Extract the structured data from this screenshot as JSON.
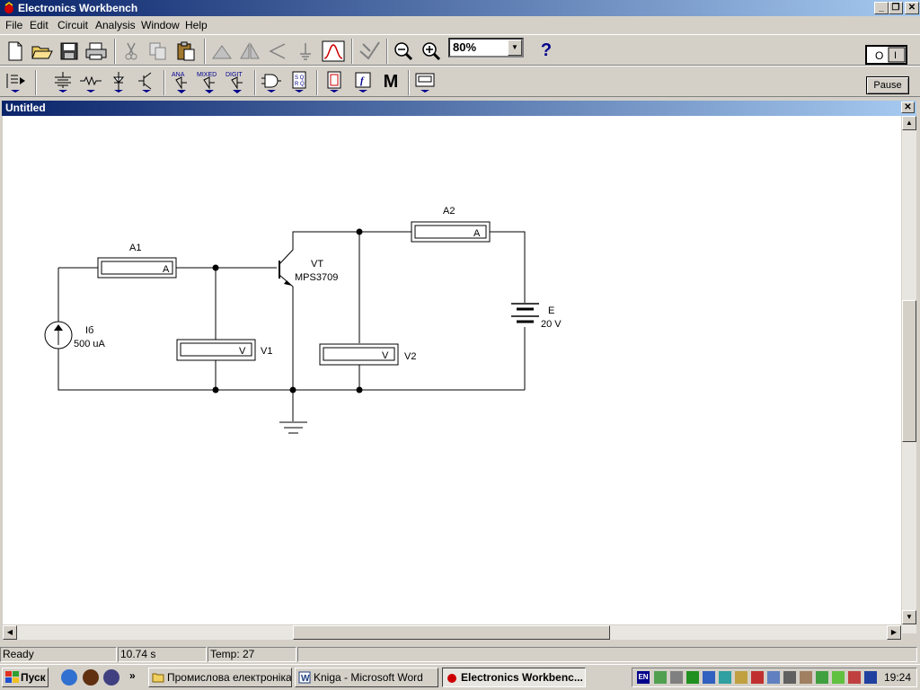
{
  "app": {
    "title": "Electronics Workbench"
  },
  "menu": [
    "File",
    "Edit",
    "Circuit",
    "Analysis",
    "Window",
    "Help"
  ],
  "toolbar": {
    "zoom": "80%",
    "help_label": "?",
    "pause_label": "Pause",
    "power_label": "O|I",
    "bin_labels": [
      "ANA",
      "MIXED",
      "DIGIT"
    ],
    "misc_label": "M",
    "func_label": "f"
  },
  "document": {
    "title": "Untitled"
  },
  "circuit": {
    "a1": {
      "name": "A1",
      "unit": "A"
    },
    "a2": {
      "name": "A2",
      "unit": "A"
    },
    "v1": {
      "name": "V1",
      "unit": "V"
    },
    "v2": {
      "name": "V2",
      "unit": "V"
    },
    "transistor": {
      "name": "VT",
      "model": "MPS3709"
    },
    "source": {
      "name": "Iб",
      "value": "500 uA"
    },
    "battery": {
      "name": "E",
      "value": "20 V"
    }
  },
  "status": {
    "state": "Ready",
    "time": "10.74 s",
    "temp": "Temp:  27"
  },
  "taskbar": {
    "start": "Пуск",
    "tasks": [
      "Промислова електроніка",
      "Kniga - Microsoft Word",
      "Electronics Workbenc..."
    ],
    "lang": "EN",
    "clock": "19:24",
    "more": "»"
  },
  "colors": {
    "title_from": "#0a246a",
    "title_to": "#a6caf0",
    "face": "#d4d0c8"
  }
}
